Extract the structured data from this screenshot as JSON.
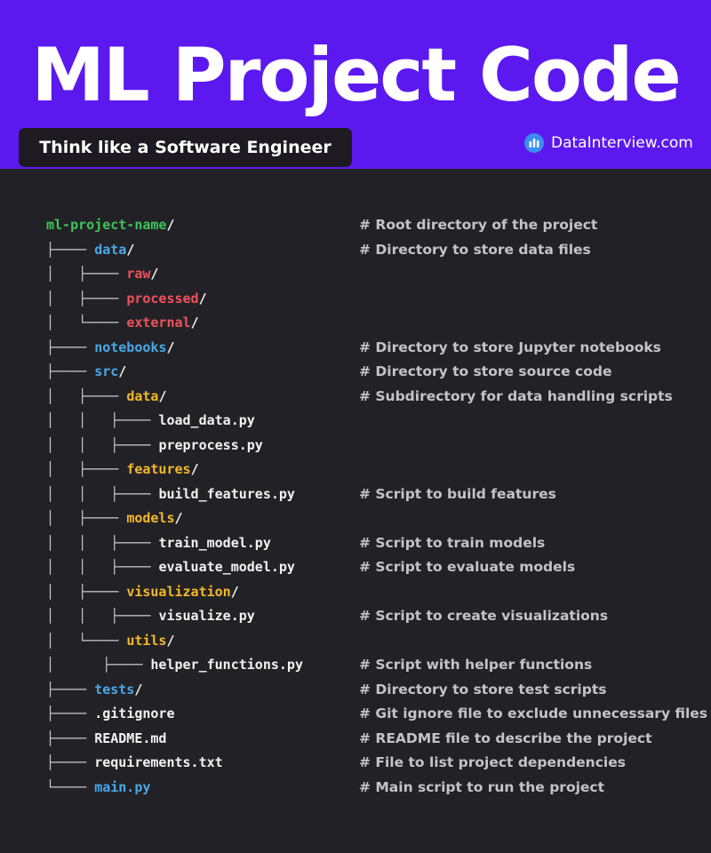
{
  "header": {
    "title": "ML Project Code",
    "tagline": "Think like a Software Engineer",
    "brand": "DataInterview.com",
    "brand_icon": "bar-chart-icon",
    "background": "#5b19f0"
  },
  "colors": {
    "root": "#3ec45a",
    "folder_top": "#4aa8ea",
    "folder_data": "#f0525c",
    "folder_src": "#f4b82a",
    "file": "#f2f2f2",
    "comment": "#c4c4c4"
  },
  "tree": {
    "rows": [
      {
        "branch": "",
        "name": "ml-project-name",
        "slash": "/",
        "color": "root",
        "comment": "# Root directory of the project"
      },
      {
        "branch": "├──── ",
        "name": "data",
        "slash": "/",
        "color": "blue",
        "comment": "# Directory to store data files"
      },
      {
        "branch": "│   ├──── ",
        "name": "raw",
        "slash": "/",
        "color": "red",
        "comment": ""
      },
      {
        "branch": "│   ├──── ",
        "name": "processed",
        "slash": "/",
        "color": "red",
        "comment": ""
      },
      {
        "branch": "│   └──── ",
        "name": "external",
        "slash": "/",
        "color": "red",
        "comment": ""
      },
      {
        "branch": "├──── ",
        "name": "notebooks",
        "slash": "/",
        "color": "blue",
        "comment": "# Directory to store Jupyter notebooks"
      },
      {
        "branch": "├──── ",
        "name": "src",
        "slash": "/",
        "color": "blue",
        "comment": "# Directory to store source code"
      },
      {
        "branch": "│   ├──── ",
        "name": "data",
        "slash": "/",
        "color": "yellow",
        "comment": "# Subdirectory for data handling scripts"
      },
      {
        "branch": "│   │   ├──── ",
        "name": "load_data.py",
        "slash": "",
        "color": "white",
        "comment": ""
      },
      {
        "branch": "│   │   ├──── ",
        "name": "preprocess.py",
        "slash": "",
        "color": "white",
        "comment": ""
      },
      {
        "branch": "│   ├──── ",
        "name": "features",
        "slash": "/",
        "color": "yellow",
        "comment": ""
      },
      {
        "branch": "│   │   ├──── ",
        "name": "build_features.py",
        "slash": "",
        "color": "white",
        "comment": "# Script to build features"
      },
      {
        "branch": "│   ├──── ",
        "name": "models",
        "slash": "/",
        "color": "yellow",
        "comment": ""
      },
      {
        "branch": "│   │   ├──── ",
        "name": "train_model.py",
        "slash": "",
        "color": "white",
        "comment": "# Script to train models"
      },
      {
        "branch": "│   │   ├──── ",
        "name": "evaluate_model.py",
        "slash": "",
        "color": "white",
        "comment": "# Script to evaluate models"
      },
      {
        "branch": "│   ├──── ",
        "name": "visualization",
        "slash": "/",
        "color": "yellow",
        "comment": ""
      },
      {
        "branch": "│   │   ├──── ",
        "name": "visualize.py",
        "slash": "",
        "color": "white",
        "comment": "# Script to create visualizations"
      },
      {
        "branch": "│   └──── ",
        "name": "utils",
        "slash": "/",
        "color": "yellow",
        "comment": ""
      },
      {
        "branch": "│      ├──── ",
        "name": "helper_functions.py",
        "slash": "",
        "color": "white",
        "comment": "# Script with helper functions"
      },
      {
        "branch": "├──── ",
        "name": "tests",
        "slash": "/",
        "color": "blue",
        "comment": "# Directory to store test scripts"
      },
      {
        "branch": "├──── ",
        "name": ".gitignore",
        "slash": "",
        "color": "white",
        "comment": "# Git ignore file to exclude unnecessary files"
      },
      {
        "branch": "├──── ",
        "name": "README.md",
        "slash": "",
        "color": "white",
        "comment": "# README file to describe the project"
      },
      {
        "branch": "├──── ",
        "name": "requirements.txt",
        "slash": "",
        "color": "white",
        "comment": "# File to list project dependencies"
      },
      {
        "branch": "└──── ",
        "name": "main.py",
        "slash": "",
        "color": "blue",
        "comment": "# Main script to run the project"
      }
    ]
  }
}
